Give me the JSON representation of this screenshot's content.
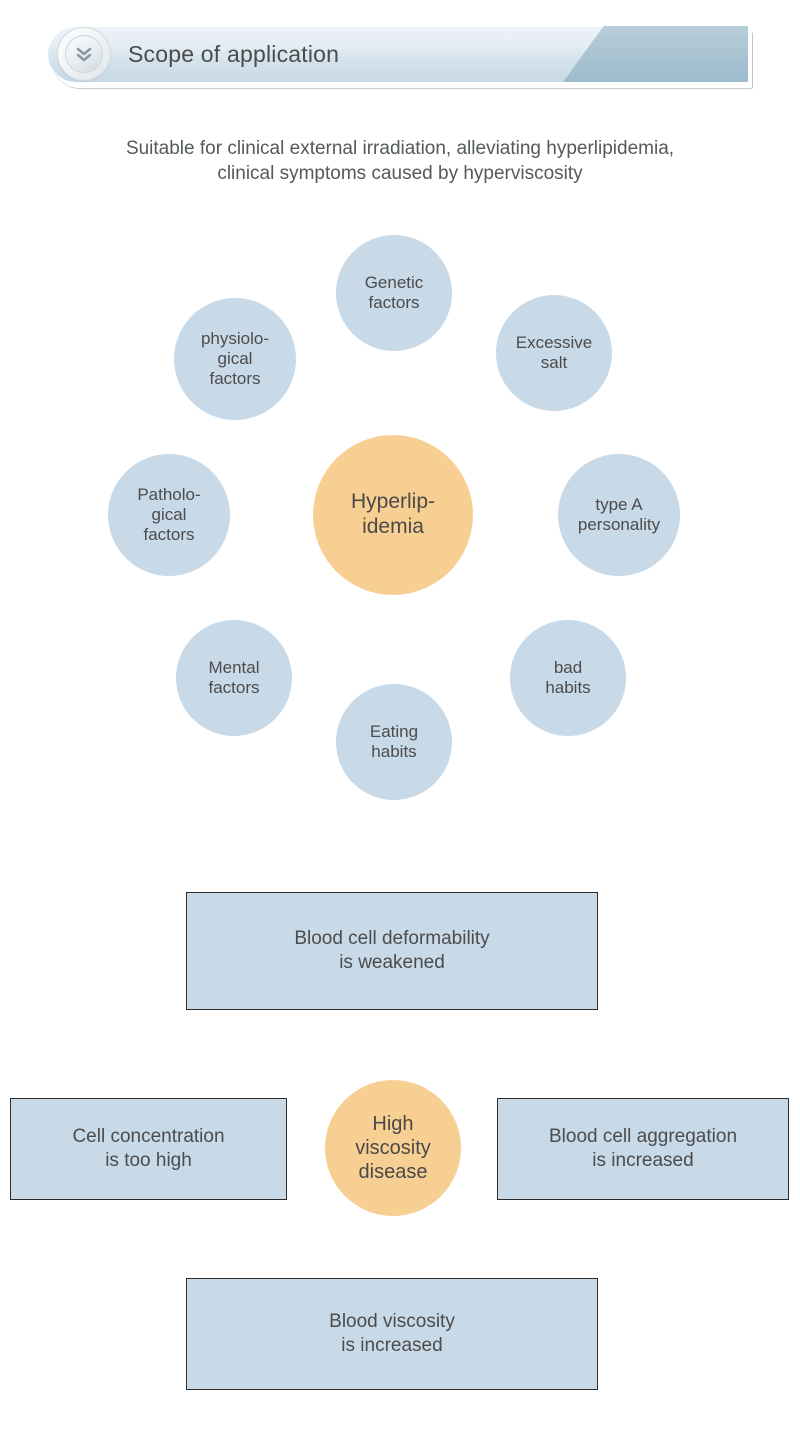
{
  "header": {
    "title": "Scope of application",
    "icon": "double-chevron-down-icon"
  },
  "subtitle": "Suitable for clinical external irradiation, alleviating\nhyperlipidemia, clinical symptoms caused by\nhyperviscosity",
  "diagram": {
    "center": {
      "label": "Hyperlip-\nidemia",
      "color": "#f8cf93"
    },
    "node_color": "#c8d9e8",
    "nodes": [
      {
        "label": "Genetic\nfactors"
      },
      {
        "label": "Excessive\nsalt"
      },
      {
        "label": "type A\npersonality"
      },
      {
        "label": "bad\nhabits"
      },
      {
        "label": "Eating\nhabits"
      },
      {
        "label": "Mental\nfactors"
      },
      {
        "label": "Patholo-\ngical\nfactors"
      },
      {
        "label": "physiolo-\ngical\nfactors"
      }
    ]
  },
  "flow": {
    "top_box": "Blood cell deformability\nis weakened",
    "left_box": "Cell concentration\nis too high",
    "center_circle": "High\nviscosity\ndisease",
    "right_box": "Blood cell aggregation\nis increased",
    "bottom_box": "Blood viscosity\nis increased",
    "box_color": "#c8d9e8",
    "circle_color": "#f8cf93"
  }
}
